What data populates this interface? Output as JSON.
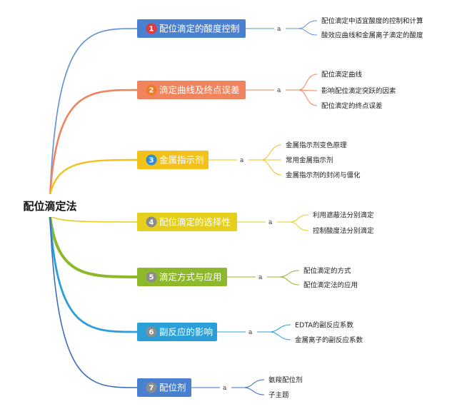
{
  "root": {
    "label": "配位滴定法"
  },
  "topics": [
    {
      "label": "配位滴定的酸度控制",
      "badge": "1",
      "color": "#4a80d0",
      "branch_color": "#5b8fd6",
      "badge_color": "#e03a3a",
      "connector": "a",
      "subtopics": [
        "配位滴定中适宜酸度的控制和计算",
        "酸效应曲线和金属离子滴定的酸度"
      ]
    },
    {
      "label": "滴定曲线及终点误差",
      "badge": "2",
      "color": "#f0845f",
      "branch_color": "#f0845f",
      "badge_color": "#f07a2a",
      "connector": "a",
      "subtopics": [
        "配位滴定曲线",
        "影响配位滴定突跃的因素",
        "配位滴定的终点误差"
      ]
    },
    {
      "label": "金属指示剂",
      "badge": "3",
      "color": "#f2c11a",
      "branch_color": "#f2c11a",
      "badge_color": "#2e8fd8",
      "connector": "a",
      "subtopics": [
        "金属指示剂变色原理",
        "常用金属指示剂",
        "金属指示剂的封闭与僵化"
      ]
    },
    {
      "label": "配位滴定的选择性",
      "badge": "4",
      "color": "#e3cf1c",
      "branch_color": "#e3cf1c",
      "badge_color": "#8c8c8c",
      "connector": "a",
      "subtopics": [
        "利用遮蔽法分别滴定",
        "控制酸度法分别滴定"
      ]
    },
    {
      "label": "滴定方式与应用",
      "badge": "5",
      "color": "#8db82a",
      "branch_color": "#8db82a",
      "badge_color": "#8c8c8c",
      "connector": "a",
      "subtopics": [
        "配位滴定的方式",
        "配位滴定法的应用"
      ]
    },
    {
      "label": "副反应的影响",
      "badge": "6",
      "color": "#2a9fd8",
      "branch_color": "#2a9fd8",
      "badge_color": "#8c8c8c",
      "connector": "a",
      "subtopics": [
        "EDTA的副反应系数",
        "金属离子的副反应系数"
      ]
    },
    {
      "label": "配位剂",
      "badge": "7",
      "color": "#4a80d0",
      "branch_color": "#3d6fc0",
      "badge_color": "#8c8c8c",
      "connector": "a",
      "subtopics": [
        "氨羧配位剂",
        "子主题"
      ]
    }
  ]
}
